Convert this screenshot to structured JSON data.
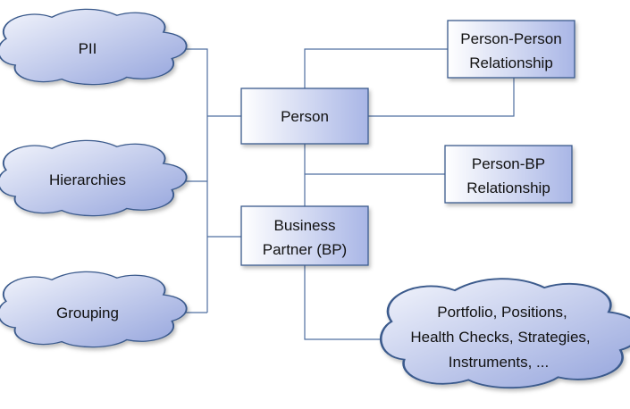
{
  "colors": {
    "cloud_fill_light": "#f3f5fc",
    "cloud_fill_dark": "#93a3dc",
    "box_fill_light": "#ffffff",
    "box_fill_dark": "#a9b6e6",
    "outline": "#3a5a8c",
    "connector": "#4f6fa0"
  },
  "clouds": {
    "pii": {
      "label": "PII",
      "icon": "cloud-shape"
    },
    "hierarchies": {
      "label": "Hierarchies",
      "icon": "cloud-shape"
    },
    "grouping": {
      "label": "Grouping",
      "icon": "cloud-shape"
    },
    "portfolio": {
      "line1": "Portfolio, Positions,",
      "line2": "Health Checks, Strategies,",
      "line3": "Instruments, ...",
      "icon": "cloud-shape"
    }
  },
  "boxes": {
    "person": {
      "label": "Person"
    },
    "business_partner": {
      "line1": "Business",
      "line2": "Partner (BP)"
    },
    "person_person": {
      "line1": "Person-Person",
      "line2": "Relationship"
    },
    "person_bp": {
      "line1": "Person-BP",
      "line2": "Relationship"
    }
  }
}
